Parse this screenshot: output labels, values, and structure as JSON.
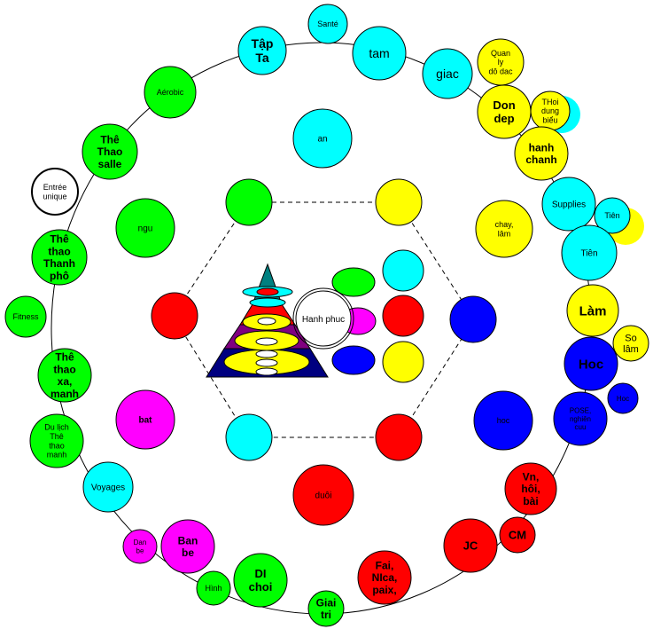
{
  "colors": {
    "green": "#00ff00",
    "cyan": "#00ffff",
    "yellow": "#ffff00",
    "red": "#ff0000",
    "blue": "#0000ff",
    "magenta": "#ff00ff",
    "navy": "#000080",
    "purple": "#800080",
    "teal": "#008080",
    "white": "#ffffff"
  },
  "outer_ring": [
    {
      "id": "sante",
      "color": "cyan",
      "lines": [
        "Santé"
      ]
    },
    {
      "id": "tap-ta",
      "color": "cyan",
      "bold": true,
      "lines": [
        "Tập",
        "Ta"
      ]
    },
    {
      "id": "tam",
      "color": "cyan",
      "lines": [
        "tam"
      ]
    },
    {
      "id": "giac",
      "color": "cyan",
      "lines": [
        "giac"
      ]
    },
    {
      "id": "quan-ly",
      "color": "yellow",
      "lines": [
        "Quan",
        "ly",
        "dô dac"
      ]
    },
    {
      "id": "don-dep",
      "color": "yellow",
      "bold": true,
      "lines": [
        "Don",
        "dep"
      ]
    },
    {
      "id": "thoi-dung-bieu",
      "color": "yellow",
      "lines": [
        "THoi",
        "dung",
        "biểu"
      ]
    },
    {
      "id": "hanh-chanh",
      "color": "yellow",
      "bold": true,
      "lines": [
        "hanh",
        "chanh"
      ]
    },
    {
      "id": "supplies",
      "color": "cyan",
      "lines": [
        "Supplies"
      ]
    },
    {
      "id": "tien-small",
      "color": "cyan",
      "lines": [
        "Tiên"
      ]
    },
    {
      "id": "tien",
      "color": "cyan",
      "lines": [
        "Tiên"
      ]
    },
    {
      "id": "lam",
      "color": "yellow",
      "bold": true,
      "lines": [
        "Làm"
      ]
    },
    {
      "id": "so-lam",
      "color": "yellow",
      "lines": [
        "So",
        "lâm"
      ]
    },
    {
      "id": "hoc",
      "color": "blue",
      "bold": true,
      "lines": [
        "Hoc"
      ]
    },
    {
      "id": "hoc-small",
      "color": "blue",
      "lines": [
        "Hoc"
      ]
    },
    {
      "id": "pose",
      "color": "blue",
      "lines": [
        "POSE,",
        "nghiên",
        "cuu"
      ]
    },
    {
      "id": "vn-hoi-bai",
      "color": "red",
      "bold": true,
      "lines": [
        "Vn,",
        "hôi,",
        "bài"
      ]
    },
    {
      "id": "cm",
      "color": "red",
      "bold": true,
      "lines": [
        "CM"
      ]
    },
    {
      "id": "jc",
      "color": "red",
      "bold": true,
      "lines": [
        "JC"
      ]
    },
    {
      "id": "fai-nica",
      "color": "red",
      "bold": true,
      "lines": [
        "Fai,",
        "NIca,",
        "paix,"
      ]
    },
    {
      "id": "giai-tri",
      "color": "green",
      "bold": true,
      "lines": [
        "Giai",
        "tri"
      ]
    },
    {
      "id": "di-choi",
      "color": "green",
      "bold": true,
      "lines": [
        "DI",
        "choi"
      ]
    },
    {
      "id": "hinh",
      "color": "green",
      "lines": [
        "Hình"
      ]
    },
    {
      "id": "ban-be",
      "color": "magenta",
      "bold": true,
      "lines": [
        "Ban",
        "be"
      ]
    },
    {
      "id": "dan-be",
      "color": "magenta",
      "lines": [
        "Dan",
        "be"
      ]
    },
    {
      "id": "voyages",
      "color": "cyan",
      "lines": [
        "Voyages"
      ]
    },
    {
      "id": "du-lich",
      "color": "green",
      "lines": [
        "Du lịch",
        "Thê",
        "thao",
        "manh"
      ]
    },
    {
      "id": "the-thao-xa-manh",
      "color": "green",
      "bold": true,
      "lines": [
        "Thê",
        "thao",
        "xa,",
        "manh"
      ]
    },
    {
      "id": "fitness",
      "color": "green",
      "lines": [
        "Fitness"
      ]
    },
    {
      "id": "the-thao-thanh-pho",
      "color": "green",
      "bold": true,
      "lines": [
        "Thê",
        "thao",
        "Thanh",
        "phô"
      ]
    },
    {
      "id": "entree-unique",
      "color": "white",
      "lines": [
        "Entrée",
        "unique"
      ]
    },
    {
      "id": "the-thao-salle",
      "color": "green",
      "bold": true,
      "lines": [
        "Thê",
        "Thao",
        "salle"
      ]
    },
    {
      "id": "aerobic",
      "color": "green",
      "lines": [
        "Aérobic"
      ]
    }
  ],
  "middle_ring": [
    {
      "id": "an",
      "color": "cyan",
      "lines": [
        "an"
      ]
    },
    {
      "id": "chay-lam",
      "color": "yellow",
      "lines": [
        "chay,",
        "lâm"
      ]
    },
    {
      "id": "hoc-middle",
      "color": "blue",
      "lines": [
        "hoc"
      ]
    },
    {
      "id": "duoi",
      "color": "red",
      "lines": [
        "duôi"
      ]
    },
    {
      "id": "bat",
      "color": "magenta",
      "bold": true,
      "lines": [
        "bat"
      ]
    },
    {
      "id": "ngu",
      "color": "green",
      "lines": [
        "ngu"
      ]
    }
  ],
  "center": {
    "hanh_phuc": "Hanh phuc"
  }
}
